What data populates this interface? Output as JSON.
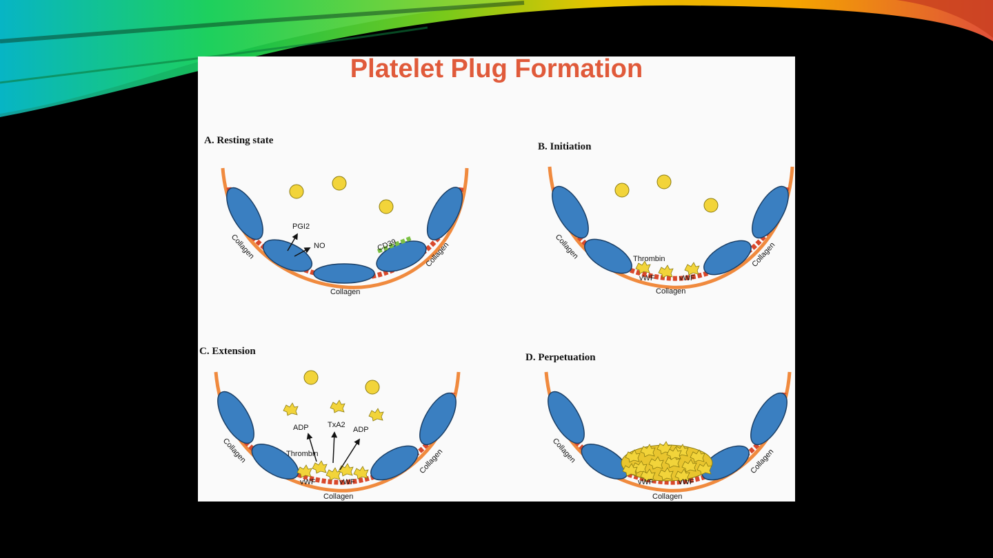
{
  "slide": {
    "title": "Platelet Plug Formation",
    "colors": {
      "background": "#000000",
      "title": "#e05a3a",
      "cell": "#3a7fc1",
      "platelet": "#f2d43a",
      "wall": "#f08a3e",
      "collagen": "#d9482b",
      "cd39": "#7bc043"
    }
  },
  "panels": [
    {
      "label": "A. Resting state",
      "collagen_labels": [
        "Collagen",
        "Collagen",
        "Collagen"
      ],
      "annotations": [
        "PGI2",
        "NO",
        "CD39"
      ]
    },
    {
      "label": "B. Initiation",
      "collagen_labels": [
        "Collagen",
        "Collagen",
        "Collagen"
      ],
      "annotations": [
        "Thrombin",
        "vWF",
        "vWF"
      ]
    },
    {
      "label": "C.  Extension",
      "collagen_labels": [
        "Collagen",
        "Collagen",
        "Collagen"
      ],
      "annotations": [
        "ADP",
        "TxA2",
        "ADP",
        "Thrombin",
        "vWF",
        "vWF"
      ]
    },
    {
      "label": "D. Perpetuation",
      "collagen_labels": [
        "Collagen",
        "Collagen",
        "Collagen"
      ],
      "annotations": [
        "vWF",
        "vWF"
      ]
    }
  ]
}
